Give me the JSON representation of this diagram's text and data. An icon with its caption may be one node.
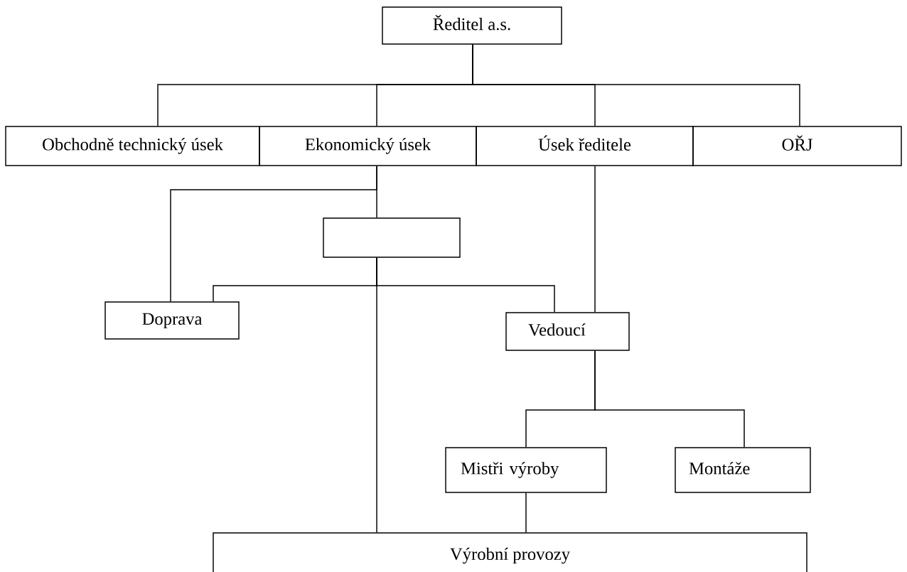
{
  "diagram": {
    "nodes": [
      {
        "text": [
          "Ředitel a.s."
        ]
      },
      {
        "text": [
          "Obchodně technický úsek"
        ]
      },
      {
        "text": [
          "Ekonomický úsek"
        ]
      },
      {
        "text": [
          "Úsek ředitele"
        ]
      },
      {
        "text": [
          "OŘJ"
        ]
      },
      {
        "text": [],
        "shape": "box"
      },
      {
        "text": [
          "Doprava"
        ]
      },
      {
        "text": [
          "Vedoucí"
        ]
      },
      {
        "text": [
          "Mistři výroby"
        ]
      },
      {
        "text": [
          "Montáže"
        ]
      },
      {
        "text": [
          "Výrobní provozy"
        ]
      }
    ],
    "edges": [
      {
        "from": 0,
        "to": 1,
        "arrow": "none"
      },
      {
        "from": 0,
        "to": 2,
        "arrow": "none"
      },
      {
        "from": 0,
        "to": 3,
        "arrow": "none"
      },
      {
        "from": 0,
        "to": 4,
        "arrow": "none"
      },
      {
        "from": 2,
        "to": 5,
        "arrow": "none"
      },
      {
        "from": 2,
        "to": 6,
        "arrow": "none"
      },
      {
        "from": 5,
        "to": 6,
        "arrow": "none"
      },
      {
        "from": 5,
        "to": 7,
        "arrow": "none"
      },
      {
        "from": 5,
        "to": 10,
        "arrow": "none"
      },
      {
        "from": 3,
        "to": 7,
        "arrow": "none"
      },
      {
        "from": 7,
        "to": 8,
        "arrow": "none"
      },
      {
        "from": 7,
        "to": 9,
        "arrow": "none"
      },
      {
        "from": 8,
        "to": 10,
        "arrow": "none"
      }
    ]
  }
}
